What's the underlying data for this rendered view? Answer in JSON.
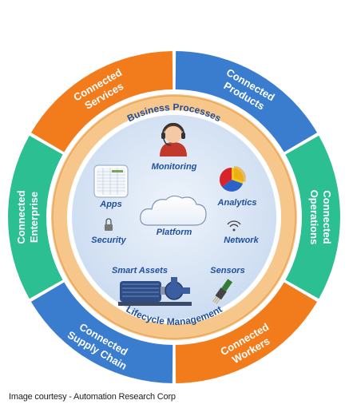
{
  "outer_ring": [
    {
      "label_lines": [
        "Connected",
        "Enterprise"
      ],
      "color": "#2bbf91"
    },
    {
      "label_lines": [
        "Connected",
        "Services"
      ],
      "color": "#f27c1b"
    },
    {
      "label_lines": [
        "Connected",
        "Products"
      ],
      "color": "#3a7dcf"
    },
    {
      "label_lines": [
        "Connected",
        "Operations"
      ],
      "color": "#2bbf91"
    },
    {
      "label_lines": [
        "Connected",
        "Workers"
      ],
      "color": "#f27c1b"
    },
    {
      "label_lines": [
        "Connected",
        "Supply Chain"
      ],
      "color": "#3a7dcf"
    }
  ],
  "middle_ring": {
    "top_label": "Business Processes",
    "bottom_label": "Lifecycle Management",
    "color": "#f7c68a"
  },
  "inner_items": {
    "monitoring": "Monitoring",
    "apps": "Apps",
    "analytics": "Analytics",
    "platform": "Platform",
    "security": "Security",
    "network": "Network",
    "smart_assets": "Smart Assets",
    "sensors": "Sensors"
  },
  "colors": {
    "inner_fill": "#d9e6f5",
    "label_blue": "#1f4f9c",
    "ring_text": "#ffffff"
  },
  "caption": "Image courtesy - Automation Research Corp"
}
